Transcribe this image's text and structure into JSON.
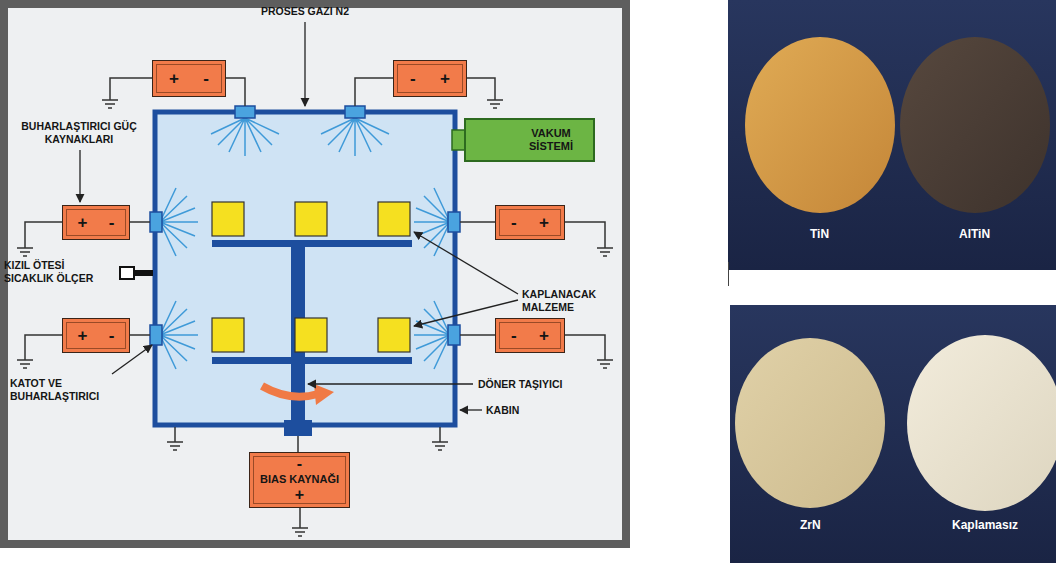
{
  "diagram": {
    "nodes": [
      {
        "text": [
          "+",
          "-"
        ]
      },
      {
        "text": [
          "-",
          "+"
        ]
      },
      {
        "text": [
          "VAKUM SİSTEMİ"
        ]
      },
      {
        "text": [
          "+",
          "-"
        ]
      },
      {
        "text": [
          "-",
          "+"
        ]
      },
      {
        "text": [
          "+",
          "-"
        ]
      },
      {
        "text": [
          "-",
          "+"
        ]
      },
      {
        "text": [
          "-",
          "BIAS KAYNAĞI",
          "+"
        ]
      },
      {
        "text": [
          "TiN",
          "AlTiN"
        ]
      },
      {
        "text": [
          "ZrN",
          "Kaplamasız"
        ]
      }
    ],
    "labels": [
      "PROSES GAZI N2",
      "BUHARLAŞTIRICI GÜÇ KAYNAKLARI",
      "KIZIL ÖTESİ SICAKLIK ÖLÇER",
      "KAPLANACAK MALZEME",
      "KATOT VE BUHARLAŞTIRICI",
      "DÖNER TAŞIYICI",
      "KABIN"
    ]
  }
}
